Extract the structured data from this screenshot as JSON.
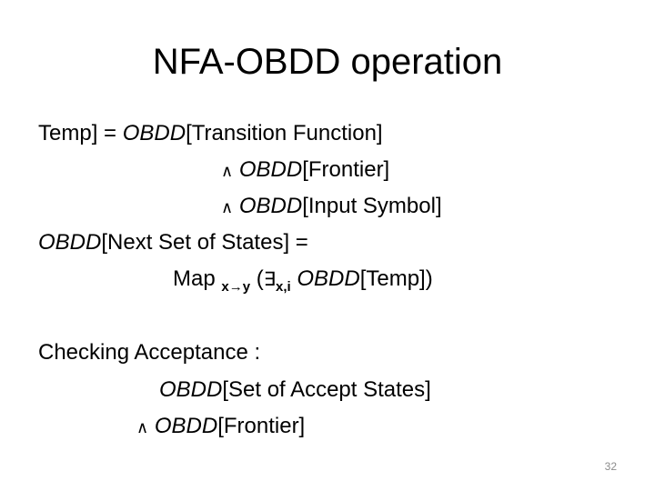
{
  "slide": {
    "title": "NFA-OBDD operation",
    "page_number": "32"
  },
  "lines": {
    "l1_a": "Temp] = ",
    "l1_b": "OBDD",
    "l1_c": "[Transition Function]",
    "and_symbol": "∧",
    "l2_b": "OBDD",
    "l2_c": "[Frontier]",
    "l3_b": "OBDD",
    "l3_c": "[Input Symbol]",
    "l4_a": "OBDD",
    "l4_b": "[Next Set of States] =",
    "l5_a": "Map ",
    "l5_sub": "x→y",
    "l5_paren": " (",
    "l5_exists": "∃",
    "l5_exists_sub": "x,i",
    "l5_b": " OBDD",
    "l5_c": "[Temp])",
    "l6_a": "Checking Acceptance :",
    "l7_a": "OBDD",
    "l7_b": "[Set of Accept States]",
    "l8_b": "OBDD",
    "l8_c": "[Frontier]"
  },
  "icons": {
    "and": "logical-and-symbol",
    "exists": "existential-quantifier-symbol"
  }
}
